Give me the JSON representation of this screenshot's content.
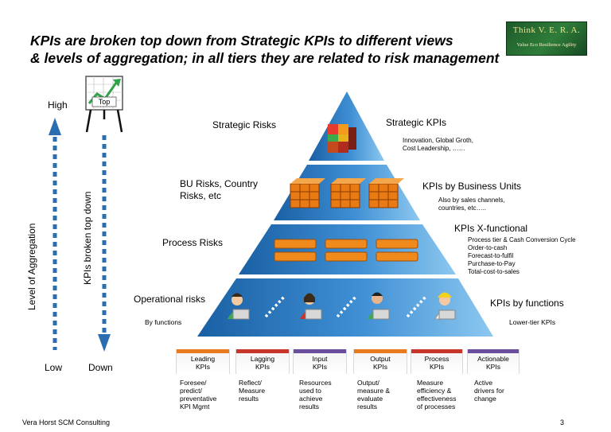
{
  "title": {
    "line1": "KPIs are broken top down from Strategic KPIs to different views",
    "line2": "& levels of aggregation; in all tiers they are related to risk management"
  },
  "logo": {
    "title": "Think V. E. R. A.",
    "subtitle": "Value Eco Resilience Agility"
  },
  "axis": {
    "high": "High",
    "low": "Low",
    "down": "Down",
    "top": "Top",
    "aggregation_label": "Level of Aggregation",
    "broken_label": "KPIs broken top down"
  },
  "tiers": {
    "strategic": {
      "risk": "Strategic Risks",
      "kpi": "Strategic KPIs",
      "desc": [
        "Innovation, Global Groth,",
        "Cost Leadership, ……"
      ]
    },
    "bu": {
      "risk": [
        "BU Risks, Country",
        "Risks, etc"
      ],
      "kpi": "KPIs by Business Units",
      "desc": [
        "Also by sales channels,",
        "countries, etc….."
      ]
    },
    "process": {
      "risk": "Process Risks",
      "kpi": "KPIs X-functional",
      "desc": [
        "Process tier & Cash Conversion Cycle",
        "Order-to-cash",
        "Forecast-to-fulfil",
        "Purchase-to-Pay",
        "Total-cost-to-sales"
      ]
    },
    "operational": {
      "risk": "Operational risks",
      "risk_sub": "By functions",
      "kpi": "KPIs by functions",
      "desc": "Lower-tier KPIs"
    }
  },
  "kpi_types": [
    {
      "name": [
        "Leading",
        "KPIs"
      ],
      "desc": [
        "Foresee/",
        "predict/",
        "preventative",
        "KPI Mgmt"
      ],
      "color": "#e87a1e"
    },
    {
      "name": [
        "Lagging",
        "KPIs"
      ],
      "desc": [
        "Reflect/",
        "Measure",
        "results"
      ],
      "color": "#c8352b"
    },
    {
      "name": [
        "Input",
        "KPIs"
      ],
      "desc": [
        "Resources",
        "used to",
        "achieve",
        "results"
      ],
      "color": "#6a4d9c"
    },
    {
      "name": [
        "Output",
        "KPIs"
      ],
      "desc": [
        "Output/",
        "measure &",
        "evaluate",
        "results"
      ],
      "color": "#e87a1e"
    },
    {
      "name": [
        "Process",
        "KPIs"
      ],
      "desc": [
        "Measure",
        "efficiency &",
        "effectiveness",
        "of processes"
      ],
      "color": "#c8352b"
    },
    {
      "name": [
        "Actionable",
        "KPIs"
      ],
      "desc": [
        "Active",
        "drivers for",
        "change"
      ],
      "color": "#6a4d9c"
    }
  ],
  "footer": {
    "left": "Vera Horst SCM Consulting",
    "page": "3"
  },
  "colors": {
    "pyramid_dark": "#1a5fa3",
    "pyramid_light": "#7fc0ee",
    "arrow": "#2a6db0",
    "accent": "#e87a1e"
  }
}
